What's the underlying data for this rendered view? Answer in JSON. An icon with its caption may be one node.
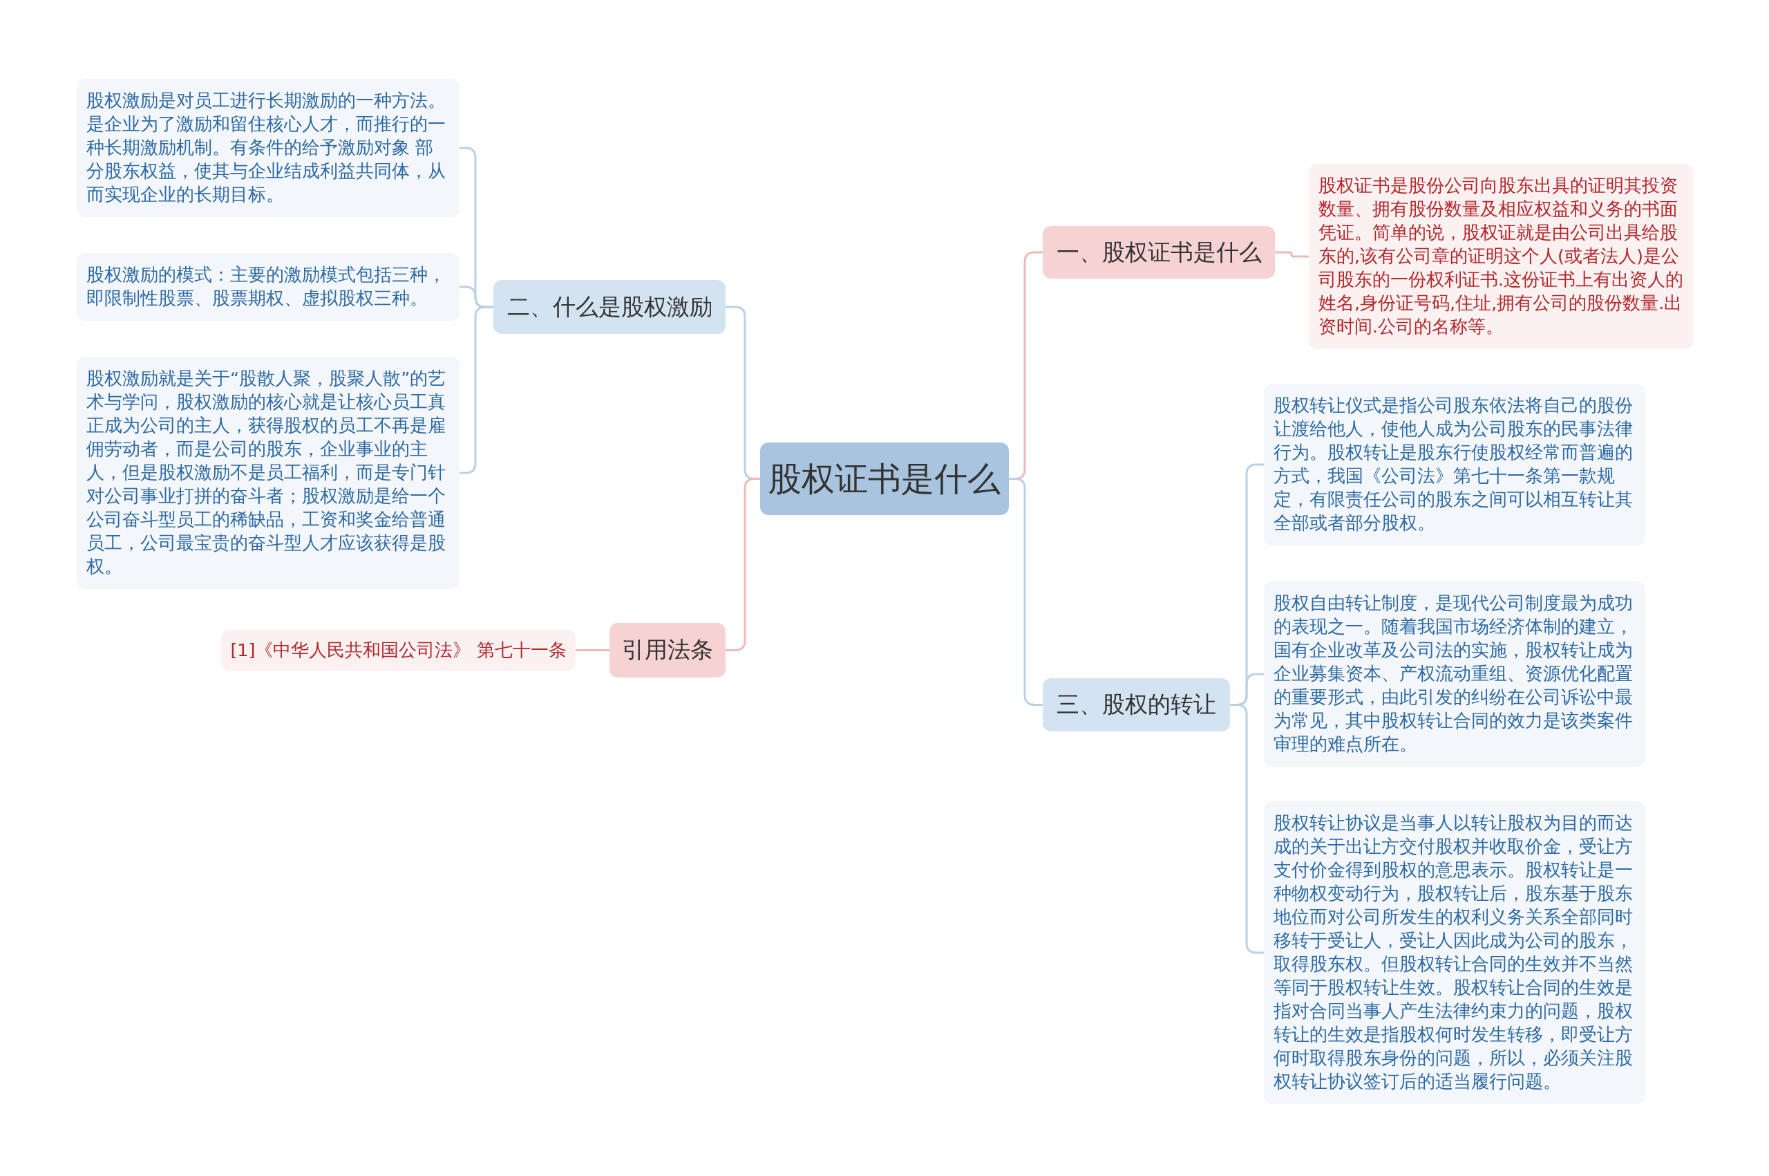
{
  "diagram": {
    "nodes": [
      {
        "text": [
          "股权证书是什么"
        ]
      },
      {
        "text": [
          "一、股权证书是什么"
        ]
      },
      {
        "text": [
          "股权证书是股份公司向股东出具的证明其投资数量、拥有股份数量及相应权益和义务的书面凭证。简单的说，股权证就是由公司出具给股东的,该有公司章的证明这个人(或者法人)是公司股东的一份权利证书.这份证书上有出资人的姓名,身份证号码,住址,拥有公司的股份数量.出资时间.公司的名称等。"
        ]
      },
      {
        "text": [
          "三、股权的转让"
        ]
      },
      {
        "text": [
          "股权转让仪式是指公司股东依法将自己的股份让渡给他人，使他人成为公司股东的民事法律行为。股权转让是股东行使股权经常而普遍的方式，我国《公司法》第七十一条第一款规定，有限责任公司的股东之间可以相互转让其全部或者部分股权。"
        ]
      },
      {
        "text": [
          "股权自由转让制度，是现代公司制度最为成功的表现之一。随着我国市场经济体制的建立，国有企业改革及公司法的实施，股权转让成为企业募集资本、产权流动重组、资源优化配置的重要形式，由此引发的纠纷在公司诉讼中最为常见，其中股权转让合同的效力是该类案件审理的难点所在。"
        ]
      },
      {
        "text": [
          "股权转让协议是当事人以转让股权为目的而达成的关于出让方交付股权并收取价金，受让方支付价金得到股权的意思表示。股权转让是一种物权变动行为，股权转让后，股东基于股东地位而对公司所发生的权利义务关系全部同时移转于受让人，受让人因此成为公司的股东，取得股东权。但股权转让合同的生效并不当然等同于股权转让生效。股权转让合同的生效是指对合同当事人产生法律约束力的问题，股权转让的生效是指股权何时发生转移，即受让方何时取得股东身份的问题，所以，必须关注股权转让协议签订后的适当履行问题。"
        ]
      },
      {
        "text": [
          "二、什么是股权激励"
        ]
      },
      {
        "text": [
          "股权激励是对员工进行长期激励的一种方法。是企业为了激励和留住核心人才，而推行的一种长期激励机制。有条件的给予激励对象 部分股东权益，使其与企业结成利益共同体，从而实现企业的长期目标。"
        ]
      },
      {
        "text": [
          "股权激励的模式：主要的激励模式包括三种，即限制性股票、股票期权、虚拟股权三种。"
        ]
      },
      {
        "text": [
          "股权激励就是关于“股散人聚，股聚人散”的艺术与学问，股权激励的核心就是让核心员工真正成为公司的主人，获得股权的员工不再是雇佣劳动者，而是公司的股东，企业事业的主人，但是股权激励不是员工福利，而是专门针对公司事业打拼的奋斗者；股权激励是给一个公司奋斗型员工的稀缺品，工资和奖金给普通员工，公司最宝贵的奋斗型人才应该获得是股权。"
        ]
      },
      {
        "text": [
          "引用法条"
        ]
      },
      {
        "text": [
          "[1]《中华人民共和国公司法》 第七十一条"
        ]
      }
    ],
    "edges": [
      {
        "from": 0,
        "to": 1,
        "arrow": "none",
        "color": "#f0b9b9"
      },
      {
        "from": 1,
        "to": 2,
        "arrow": "none",
        "color": "#f0b9b9"
      },
      {
        "from": 0,
        "to": 3,
        "arrow": "none"
      },
      {
        "from": 3,
        "to": 4,
        "arrow": "none"
      },
      {
        "from": 3,
        "to": 5,
        "arrow": "none"
      },
      {
        "from": 3,
        "to": 6,
        "arrow": "none"
      },
      {
        "from": 0,
        "to": 7,
        "arrow": "none"
      },
      {
        "from": 7,
        "to": 8,
        "arrow": "none"
      },
      {
        "from": 7,
        "to": 9,
        "arrow": "none"
      },
      {
        "from": 7,
        "to": 10,
        "arrow": "none"
      },
      {
        "from": 0,
        "to": 11,
        "arrow": "none",
        "color": "#f0b9b9"
      },
      {
        "from": 11,
        "to": 12,
        "arrow": "none",
        "color": "#f0b9b9"
      }
    ]
  }
}
